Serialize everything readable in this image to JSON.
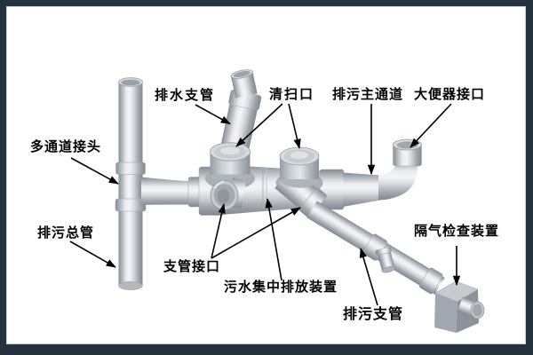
{
  "frame": {
    "border_color": "#24323f",
    "background": "#ffffff",
    "text_color": "#000000",
    "pipe_base_color": "#c9cdd1"
  },
  "diagram": {
    "kind": "labeled pipe-fitting illustration",
    "labels": [
      {
        "id": "drain-branch-pipe",
        "text": "排水支管"
      },
      {
        "id": "cleanout",
        "text": "清扫口"
      },
      {
        "id": "main-sewage-channel",
        "text": "排污主通道"
      },
      {
        "id": "toilet-connector",
        "text": "大便器接口"
      },
      {
        "id": "multi-channel-joint",
        "text": "多通道接头"
      },
      {
        "id": "main-sewage-stack",
        "text": "排污总管"
      },
      {
        "id": "branch-pipe-connector",
        "text": "支管接口"
      },
      {
        "id": "central-discharge-device",
        "text": "污水集中排放装置"
      },
      {
        "id": "sewage-branch-pipe",
        "text": "排污支管"
      },
      {
        "id": "air-trap-inspection-device",
        "text": "隔气检查装置"
      }
    ]
  }
}
